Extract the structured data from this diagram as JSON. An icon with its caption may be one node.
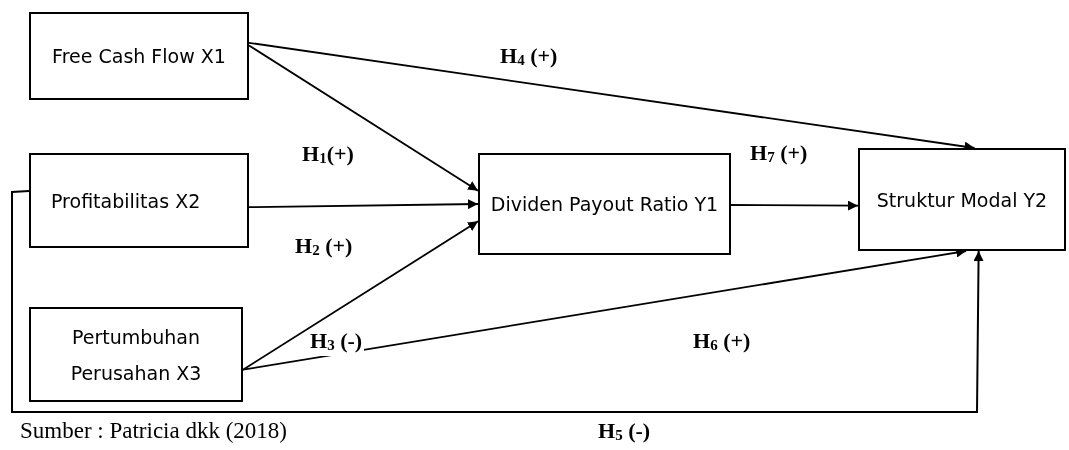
{
  "diagram": {
    "caption": "Sumber : Patricia dkk (2018)",
    "nodes": [
      {
        "text": [
          "Free Cash Flow X1"
        ]
      },
      {
        "text": [
          "Profitabilitas X2"
        ]
      },
      {
        "text": [
          "Pertumbuhan Perusahan X3"
        ]
      },
      {
        "text": [
          "Dividen Payout Ratio Y1"
        ]
      },
      {
        "text": [
          "Struktur Modal Y2"
        ]
      }
    ],
    "edges": [
      {
        "from": 0,
        "to": 3,
        "arrow": "to",
        "label": "H$_{1}$(+)"
      },
      {
        "from": 1,
        "to": 3,
        "arrow": "to",
        "label": "H$_{2}$ (+)"
      },
      {
        "from": 2,
        "to": 3,
        "arrow": "to",
        "label": "H$_{3}$ (-)"
      },
      {
        "from": 0,
        "to": 4,
        "arrow": "to",
        "label": "H$_{4}$ (+)"
      },
      {
        "from": 1,
        "to": 4,
        "arrow": "to",
        "label": "H$_{5}$ (-)"
      },
      {
        "from": 2,
        "to": 4,
        "arrow": "to",
        "label": "H$_{6}$ (+)"
      },
      {
        "from": 3,
        "to": 4,
        "arrow": "to",
        "label": "H$_{7}$ (+)"
      }
    ]
  }
}
